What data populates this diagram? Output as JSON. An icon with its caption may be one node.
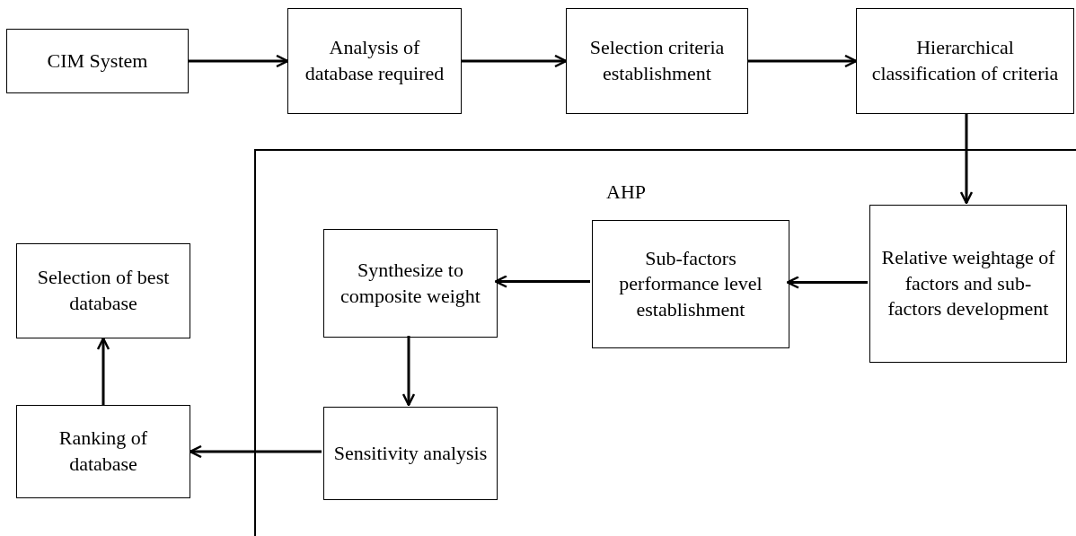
{
  "diagram": {
    "nodes": [
      {
        "text": [
          "CIM System"
        ]
      },
      {
        "text": [
          "Analysis of database required"
        ]
      },
      {
        "text": [
          "Selection criteria establishment"
        ]
      },
      {
        "text": [
          "Hierarchical classification of criteria"
        ]
      },
      {
        "text": [
          "AHP"
        ]
      },
      {
        "text": [
          "Relative weightage of factors and sub-factors development"
        ],
        "in": 4
      },
      {
        "text": [
          "Sub-factors performance level establishment"
        ],
        "in": 4
      },
      {
        "text": [
          "Synthesize to composite weight"
        ],
        "in": 4
      },
      {
        "text": [
          "Sensitivity analysis"
        ],
        "in": 4
      },
      {
        "text": [
          "Ranking of database"
        ]
      },
      {
        "text": [
          "Selection of best database"
        ]
      }
    ],
    "edges": [
      {
        "from": 0,
        "to": 1,
        "arrow": "to"
      },
      {
        "from": 1,
        "to": 2,
        "arrow": "to"
      },
      {
        "from": 2,
        "to": 3,
        "arrow": "to"
      },
      {
        "from": 3,
        "to": 5,
        "arrow": "to"
      },
      {
        "from": 5,
        "to": 6,
        "arrow": "to"
      },
      {
        "from": 6,
        "to": 7,
        "arrow": "to"
      },
      {
        "from": 7,
        "to": 8,
        "arrow": "to"
      },
      {
        "from": 8,
        "to": 9,
        "arrow": "to"
      },
      {
        "from": 9,
        "to": 10,
        "arrow": "to"
      }
    ]
  }
}
